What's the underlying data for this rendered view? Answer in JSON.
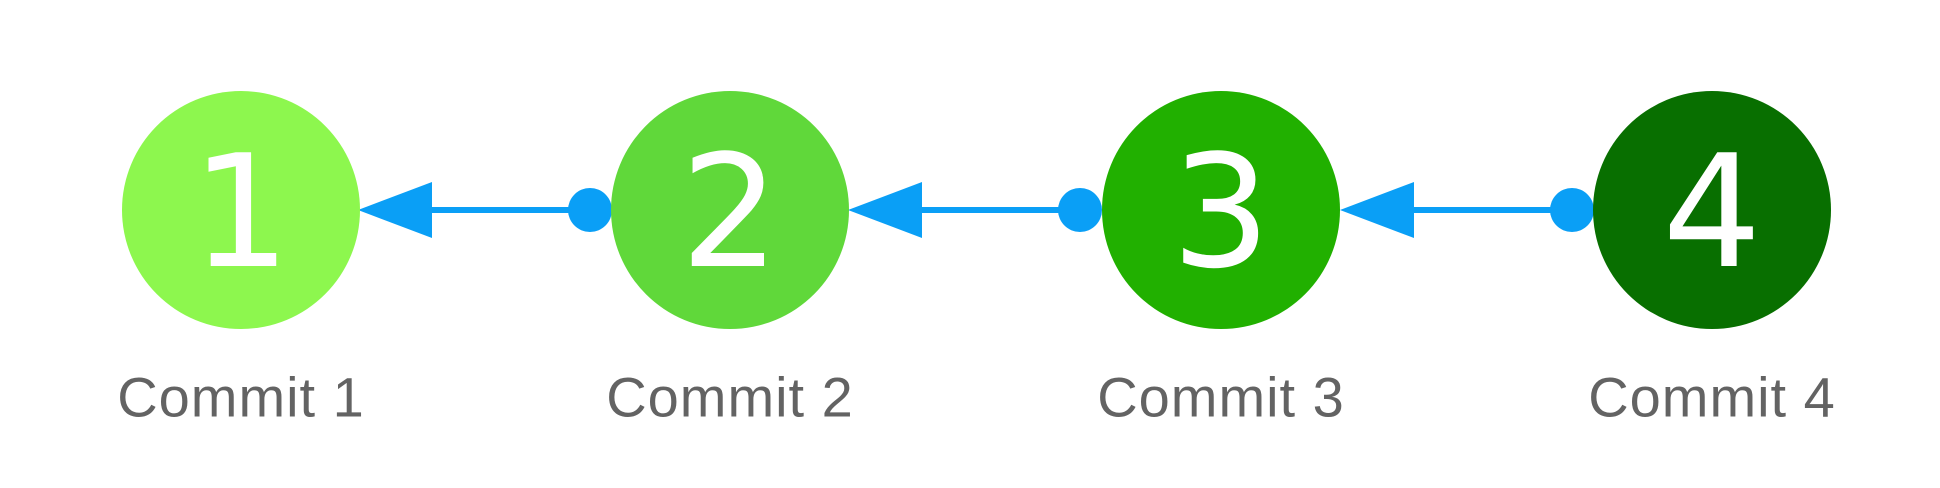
{
  "colors": {
    "arrow": "#0a9ff6",
    "label": "#636363",
    "number": "#ffffff"
  },
  "commits": [
    {
      "number": "1",
      "label": "Commit 1",
      "color": "#8df74e"
    },
    {
      "number": "2",
      "label": "Commit 2",
      "color": "#60d83a"
    },
    {
      "number": "3",
      "label": "Commit 3",
      "color": "#21b000"
    },
    {
      "number": "4",
      "label": "Commit 4",
      "color": "#086f00"
    }
  ]
}
